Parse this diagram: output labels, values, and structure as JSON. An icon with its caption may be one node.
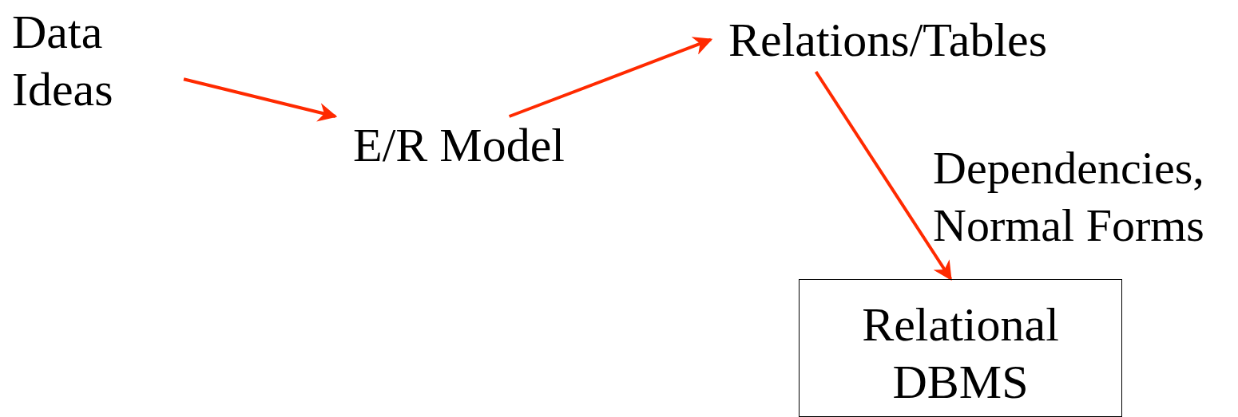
{
  "diagram": {
    "nodes": [
      {
        "text": [
          "Data Ideas"
        ]
      },
      {
        "text": [
          "E/R Model"
        ]
      },
      {
        "text": [
          "Relations/Tables"
        ]
      },
      {
        "text": [
          "Relational DBMS"
        ]
      }
    ],
    "edges": [
      {
        "from": 0,
        "to": 1,
        "arrow": "to"
      },
      {
        "from": 1,
        "to": 2,
        "arrow": "to"
      },
      {
        "from": 2,
        "to": 3,
        "arrow": "to",
        "label": "Dependencies, Normal Forms"
      }
    ]
  }
}
